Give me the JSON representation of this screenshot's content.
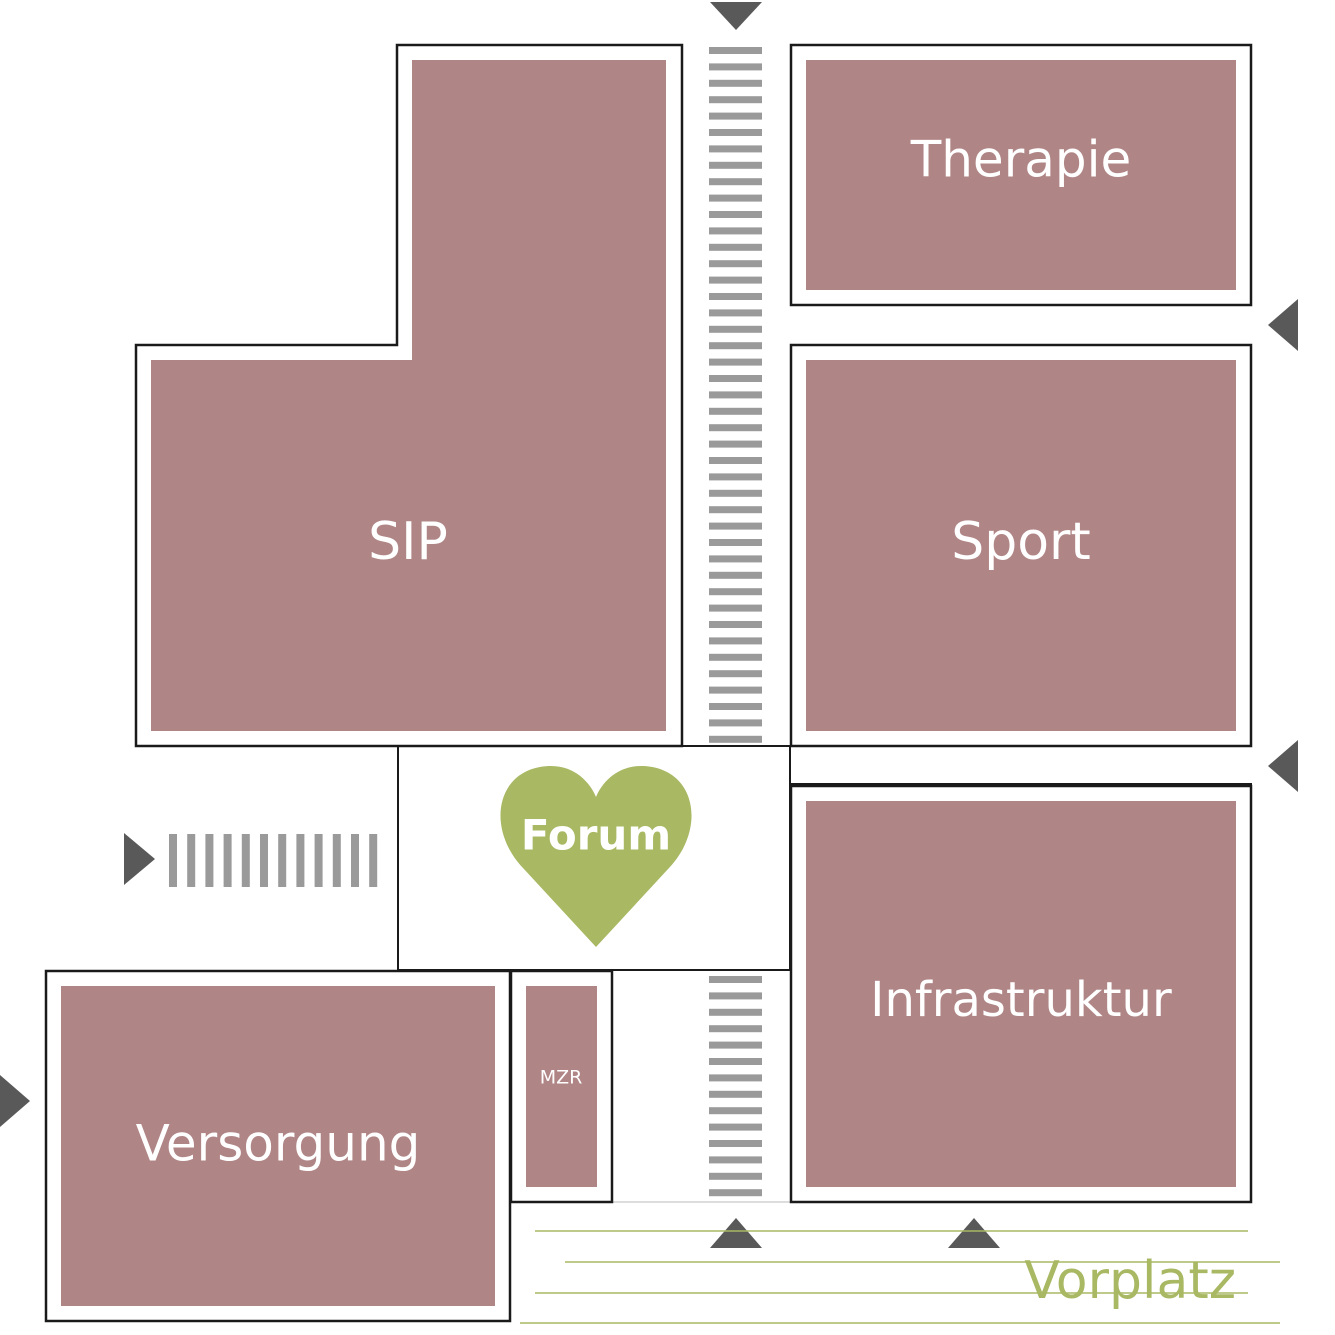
{
  "rooms": {
    "therapie": "Therapie",
    "sip": "SIP",
    "sport": "Sport",
    "infrastruktur": "Infrastruktur",
    "versorgung": "Versorgung",
    "mzr": "MZR"
  },
  "forum": {
    "label": "Forum",
    "color": "#a8b863"
  },
  "vorplatz": {
    "label": "Vorplatz",
    "color": "#a8b863"
  },
  "colors": {
    "room": "#b08586",
    "stairs": "#9a9a9a",
    "arrow": "#595959"
  },
  "icons": [
    "arrow-down-icon",
    "arrow-left-icon",
    "arrow-right-icon",
    "arrow-up-icon",
    "heart-icon"
  ]
}
